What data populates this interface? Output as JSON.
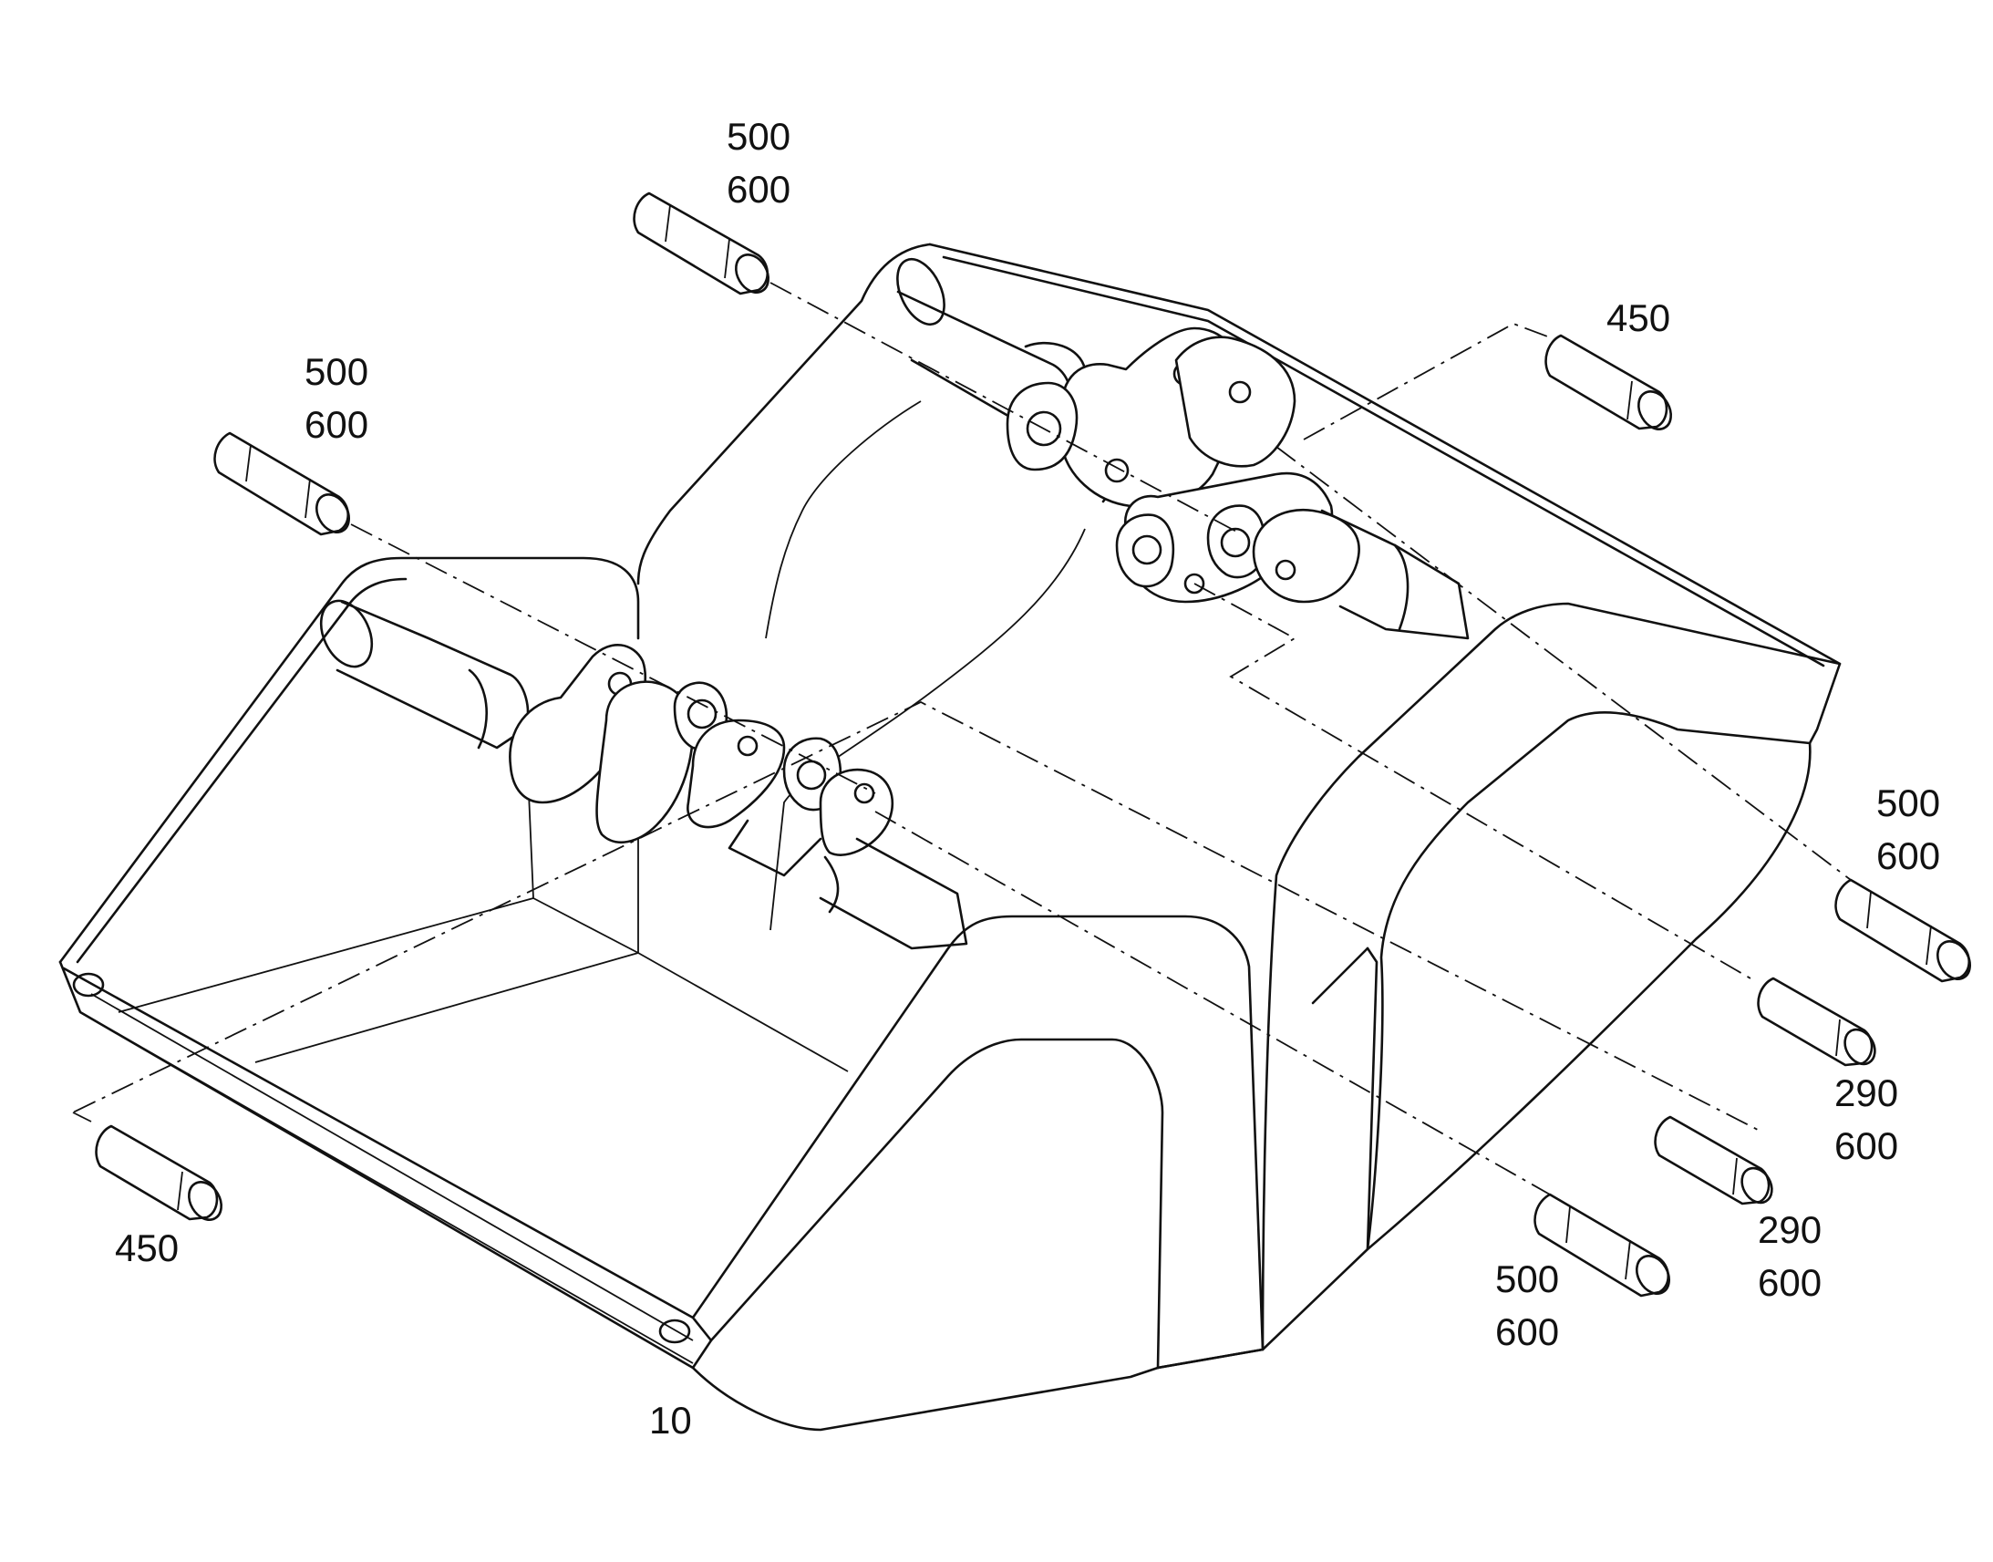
{
  "diagram": {
    "callouts": [
      {
        "id": "bucket",
        "lines": [
          "10"
        ]
      },
      {
        "id": "pin-top-left",
        "lines": [
          "500",
          "600"
        ]
      },
      {
        "id": "pin-mid-left",
        "lines": [
          "500",
          "600"
        ]
      },
      {
        "id": "pin-top-right",
        "lines": [
          "450"
        ]
      },
      {
        "id": "pin-bottom-left",
        "lines": [
          "450"
        ]
      },
      {
        "id": "pin-right-upper",
        "lines": [
          "500",
          "600"
        ]
      },
      {
        "id": "pin-right-a",
        "lines": [
          "290",
          "600"
        ]
      },
      {
        "id": "pin-right-b",
        "lines": [
          "290",
          "600"
        ]
      },
      {
        "id": "pin-bottom-right",
        "lines": [
          "500",
          "600"
        ]
      }
    ]
  }
}
